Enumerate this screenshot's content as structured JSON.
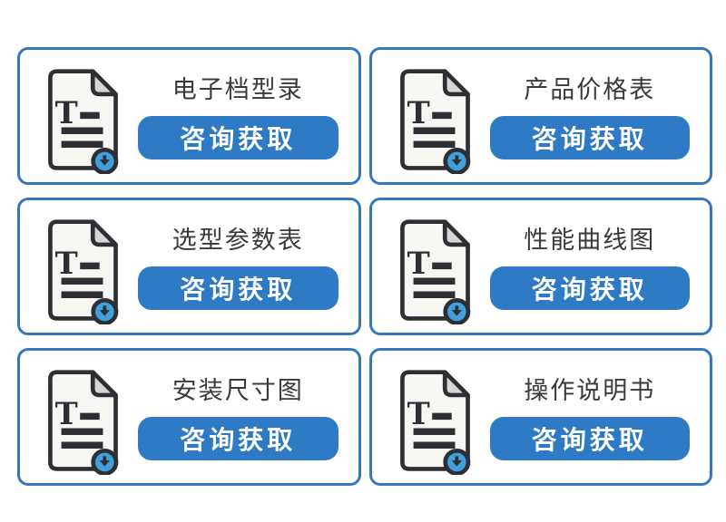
{
  "page": {
    "background": "#ffffff"
  },
  "colors": {
    "card_border": "#3577bf",
    "button_background": "#2f7ac4",
    "button_text": "#ffffff",
    "title_text": "#3a3a3a",
    "icon_outline": "#2e2e35",
    "icon_page_fill": "#f7f6f3",
    "icon_fold_fill": "#d9d5d2",
    "icon_badge_blue": "#3fa0db"
  },
  "cards": [
    {
      "title": "电子档型录",
      "button_label": "咨询获取",
      "icon": "document-download-icon"
    },
    {
      "title": "产品价格表",
      "button_label": "咨询获取",
      "icon": "document-download-icon"
    },
    {
      "title": "选型参数表",
      "button_label": "咨询获取",
      "icon": "document-download-icon"
    },
    {
      "title": "性能曲线图",
      "button_label": "咨询获取",
      "icon": "document-download-icon"
    },
    {
      "title": "安装尺寸图",
      "button_label": "咨询获取",
      "icon": "document-download-icon"
    },
    {
      "title": "操作说明书",
      "button_label": "咨询获取",
      "icon": "document-download-icon"
    }
  ]
}
